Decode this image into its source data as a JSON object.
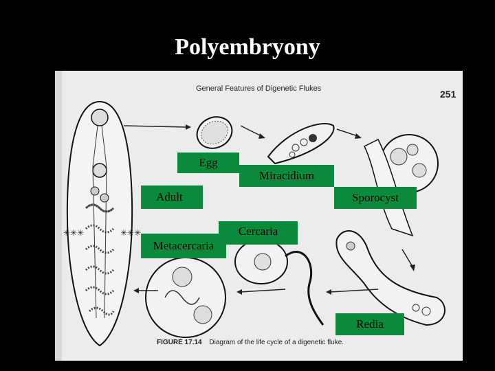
{
  "slide": {
    "title": "Polyembryony"
  },
  "figure": {
    "page_header": "General Features of Digenetic Flukes",
    "page_number": "251",
    "caption_figure": "FIGURE 17.14",
    "caption_text": "Diagram of the life cycle of a digenetic fluke."
  },
  "labels": {
    "egg": "Egg",
    "miracidium": "Miracidium",
    "adult": "Adult",
    "sporocyst": "Sporocyst",
    "cercaria": "Cercaria",
    "metacercaria": "Metacercaria",
    "redia": "Redia"
  },
  "colors": {
    "background": "#000000",
    "title": "#ffffff",
    "label_fill": "#0a8a3a",
    "scan": "#ececec"
  }
}
